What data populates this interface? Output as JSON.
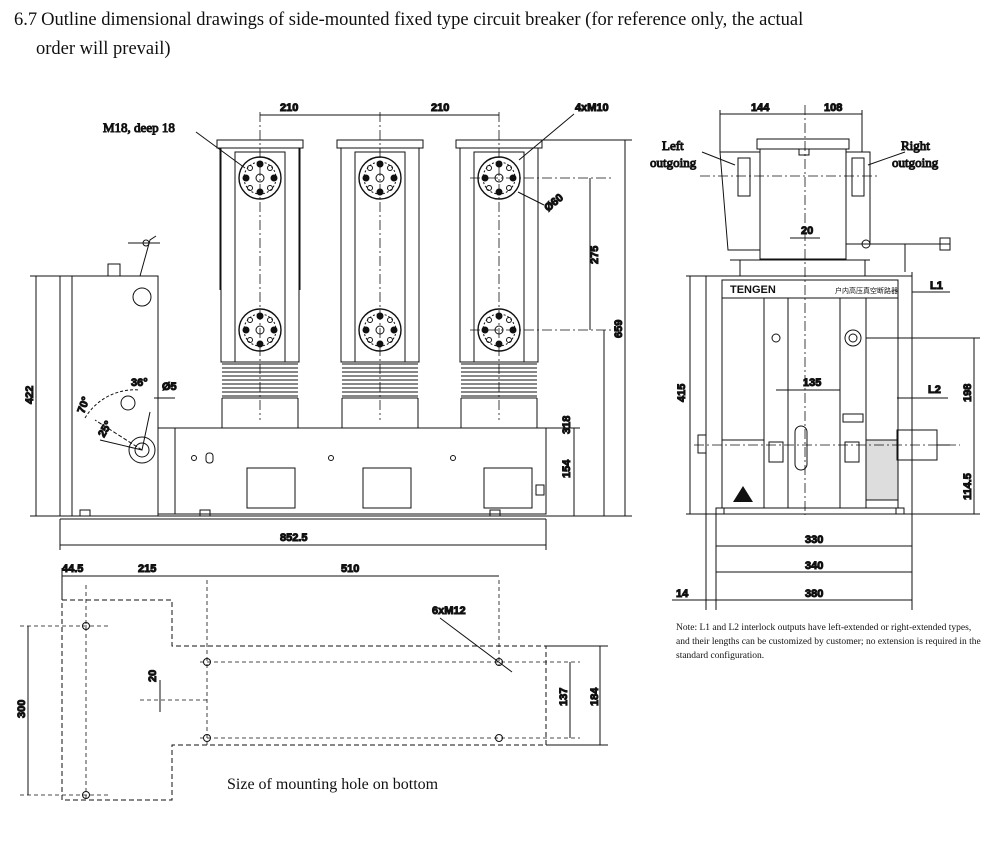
{
  "heading": {
    "number": "6.7",
    "line1": "Outline dimensional drawings of side-mounted fixed type circuit breaker (for reference only, the actual",
    "line2": "order will prevail)"
  },
  "front_view": {
    "thread_label": "M18, deep 18",
    "dims": {
      "pitch_a": "210",
      "pitch_b": "210",
      "bolt_holes": "4xM10",
      "contact_dia": "Ø60",
      "contact_spacing": "275",
      "total_height": "659",
      "body_height": "422",
      "pole_base": "318",
      "base_height": "154",
      "total_width": "852.5",
      "angle_a": "36°",
      "angle_b": "70°",
      "angle_c": "25°",
      "pin_dia": "Ø5"
    }
  },
  "side_view": {
    "left_label": [
      "Left",
      "outgoing"
    ],
    "right_label": [
      "Right",
      "outgoing"
    ],
    "brand": "TENGEN",
    "panel_text": "户内高压真空断路器",
    "dims": {
      "left_out": "144",
      "right_out": "108",
      "depth_20": "20",
      "l1": "L1",
      "l2": "L2",
      "inner_135": "135",
      "height_415": "415",
      "height_198": "198",
      "height_1145": "114.5",
      "width_330": "330",
      "width_340": "340",
      "width_380": "380",
      "offset_14": "14"
    }
  },
  "bottom_view": {
    "dims": {
      "d445": "44.5",
      "d215": "215",
      "d510": "510",
      "holes": "6xM12",
      "d20": "20",
      "d137": "137",
      "d184": "184",
      "d300": "300"
    },
    "caption": "Size of mounting hole on bottom"
  },
  "note": "Note: L1 and L2 interlock outputs have left-extended or right-extended types, and their lengths can be customized by customer; no extension is required in the standard configuration."
}
